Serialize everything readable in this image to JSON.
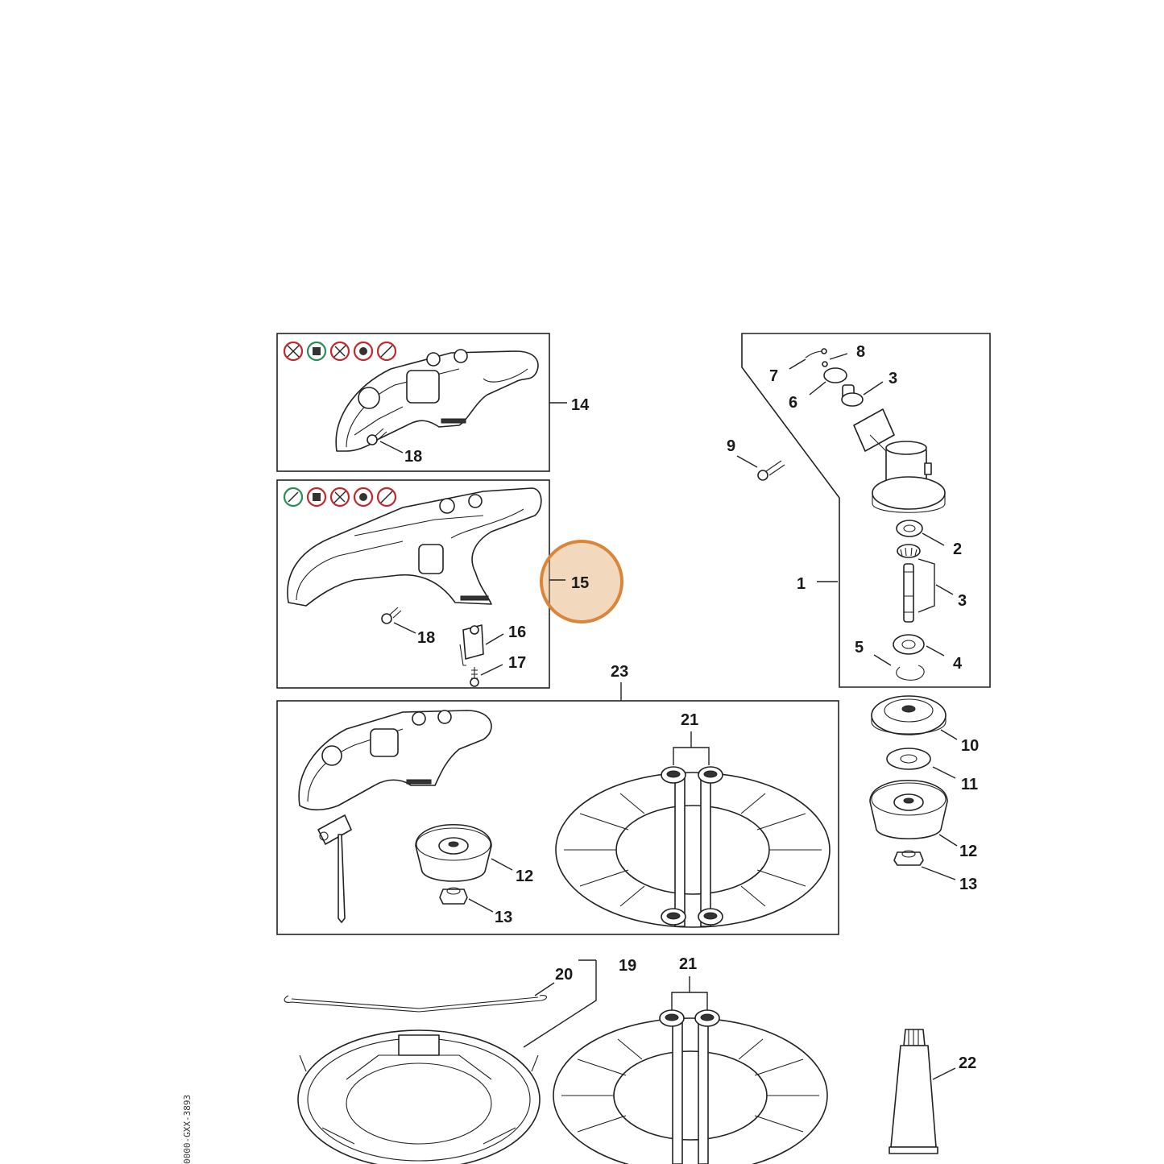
{
  "diagram": {
    "callouts": {
      "c1": "1",
      "c2": "2",
      "c3a": "3",
      "c3b": "3",
      "c4": "4",
      "c5": "5",
      "c6": "6",
      "c7": "7",
      "c8": "8",
      "c9": "9",
      "c10": "10",
      "c11": "11",
      "c12a": "12",
      "c12b": "12",
      "c13a": "13",
      "c13b": "13",
      "c14": "14",
      "c15": "15",
      "c16": "16",
      "c17": "17",
      "c18a": "18",
      "c18b": "18",
      "c19": "19",
      "c20": "20",
      "c21a": "21",
      "c21b": "21",
      "c22": "22",
      "c23": "23"
    },
    "highlight_color": "#d9863a",
    "side_code": "0000-GXX-3893"
  }
}
